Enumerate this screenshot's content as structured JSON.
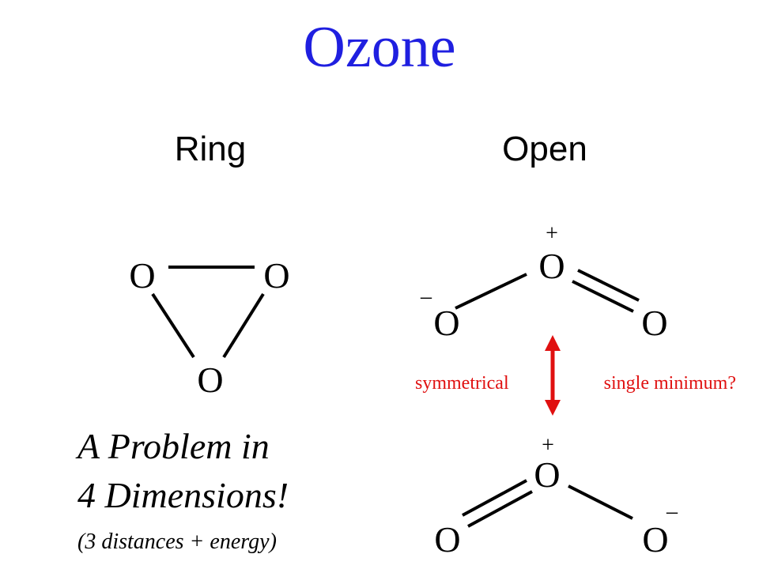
{
  "title": "Ozone",
  "headings": {
    "ring": "Ring",
    "open": "Open"
  },
  "atom_label": "O",
  "charges": {
    "plus": "+",
    "minus": "–"
  },
  "transition": {
    "left_note": "symmetrical",
    "right_note": "single minimum?",
    "arrow_color": "#e01010"
  },
  "problem": {
    "line1": "A Problem in",
    "line2": "4 Dimensions!",
    "line3": "(3 distances + energy)"
  },
  "colors": {
    "title": "#1f1fe0",
    "accent": "#e01010",
    "text": "#000000"
  }
}
